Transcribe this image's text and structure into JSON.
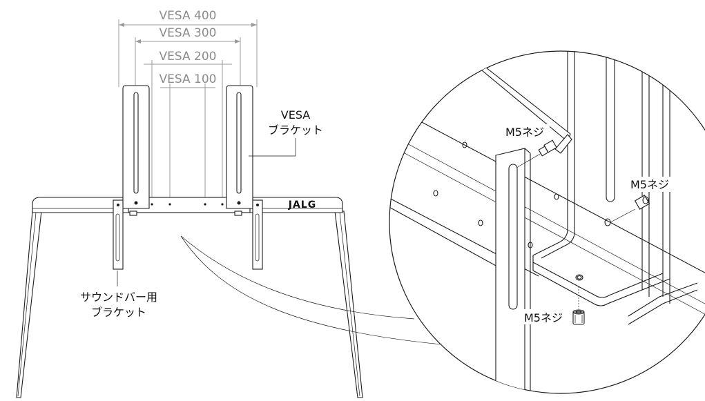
{
  "vesa_dimensions": [
    "VESA 400",
    "VESA 300",
    "VESA 200",
    "VESA 100"
  ],
  "labels": {
    "vesa_bracket_line1": "VESA",
    "vesa_bracket_line2": "ブラケット",
    "soundbar_bracket_line1": "サウンドバー用",
    "soundbar_bracket_line2": "ブラケット",
    "m5_screw": "M5ネジ"
  },
  "logo": "JALG",
  "colors": {
    "line": "#1a1a1a",
    "dimension": "#8c8c8c"
  }
}
